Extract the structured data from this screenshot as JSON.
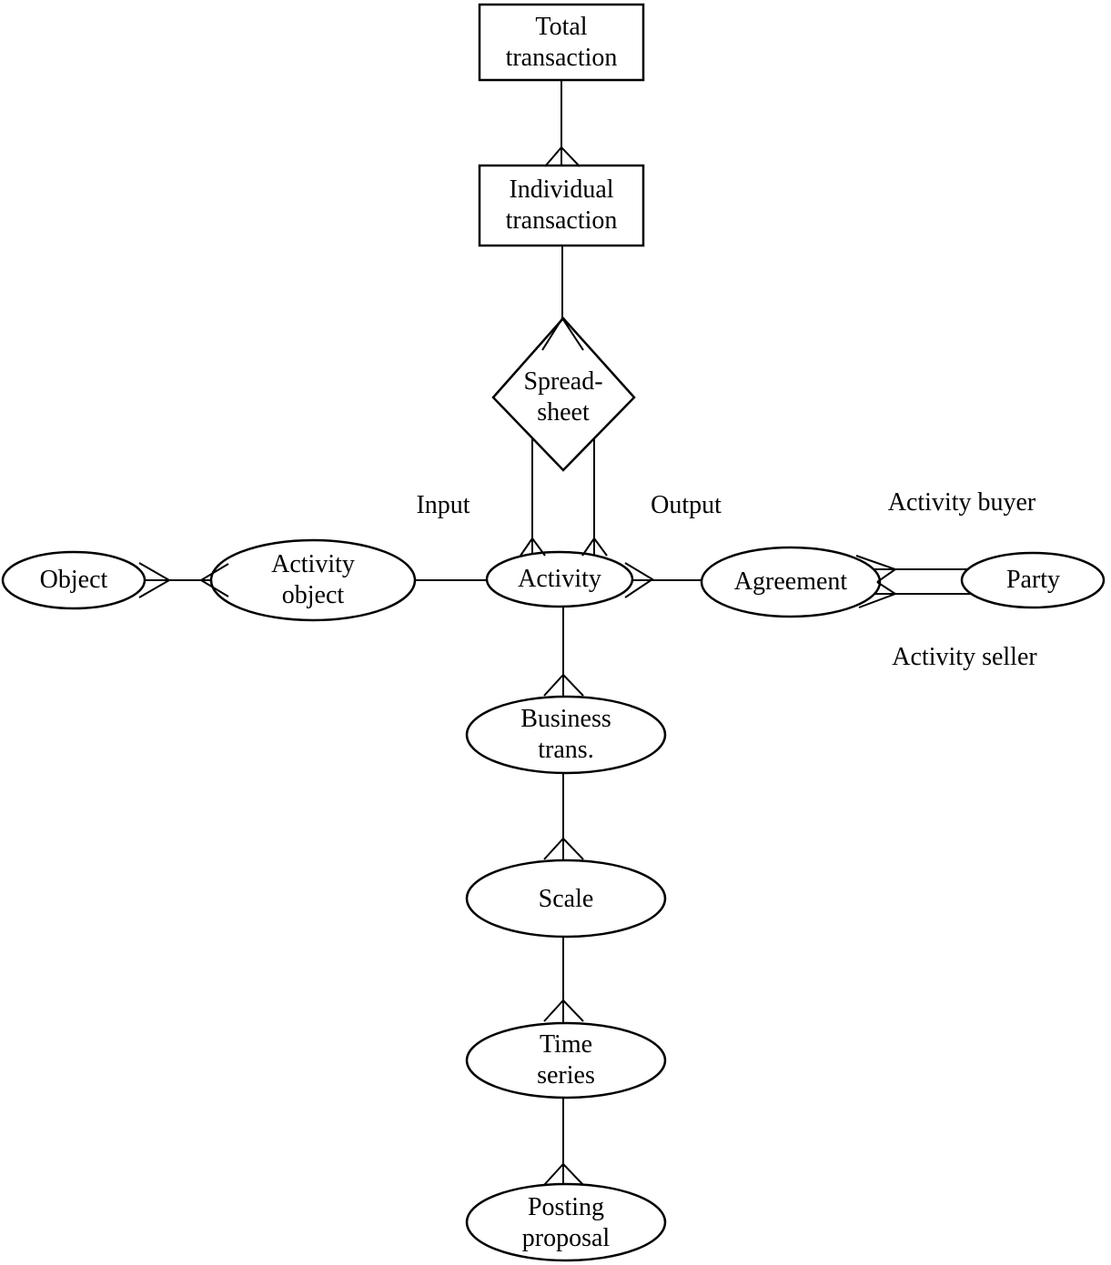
{
  "diagram": {
    "type": "entity-relationship",
    "colors": {
      "stroke": "#000000",
      "fill": "#ffffff"
    },
    "nodes": {
      "total_transaction": {
        "label": "Total\ntransaction",
        "shape": "rectangle"
      },
      "individual_transaction": {
        "label": "Individual\ntransaction",
        "shape": "rectangle"
      },
      "spreadsheet": {
        "label": "Spread-\nsheet",
        "shape": "diamond"
      },
      "object": {
        "label": "Object",
        "shape": "ellipse"
      },
      "activity_object": {
        "label": "Activity\nobject",
        "shape": "ellipse"
      },
      "activity": {
        "label": "Activity",
        "shape": "ellipse"
      },
      "agreement": {
        "label": "Agreement",
        "shape": "ellipse"
      },
      "party": {
        "label": "Party",
        "shape": "ellipse"
      },
      "business_transaction": {
        "label": "Business\ntrans.",
        "shape": "ellipse"
      },
      "scale": {
        "label": "Scale",
        "shape": "ellipse"
      },
      "time_series": {
        "label": "Time\nseries",
        "shape": "ellipse"
      },
      "posting_proposal": {
        "label": "Posting\nproposal",
        "shape": "ellipse"
      }
    },
    "edge_labels": {
      "input": "Input",
      "output": "Output",
      "activity_buyer": "Activity buyer",
      "activity_seller": "Activity seller"
    },
    "edges": [
      {
        "from": "total_transaction",
        "to": "individual_transaction",
        "crow_foot_at": "individual_transaction"
      },
      {
        "from": "individual_transaction",
        "to": "spreadsheet",
        "crow_foot_at": "spreadsheet"
      },
      {
        "from": "spreadsheet",
        "to": "activity",
        "label": "Input",
        "crow_foot_at": "activity"
      },
      {
        "from": "spreadsheet",
        "to": "activity",
        "label": "Output",
        "crow_foot_at": "activity"
      },
      {
        "from": "object",
        "to": "activity_object",
        "crow_foot_at": "both"
      },
      {
        "from": "activity_object",
        "to": "activity",
        "crow_foot_at": "none"
      },
      {
        "from": "activity",
        "to": "agreement",
        "crow_foot_at": "activity"
      },
      {
        "from": "agreement",
        "to": "party",
        "label": "Activity buyer",
        "crow_foot_at": "agreement"
      },
      {
        "from": "agreement",
        "to": "party",
        "label": "Activity seller",
        "crow_foot_at": "agreement"
      },
      {
        "from": "activity",
        "to": "business_transaction",
        "crow_foot_at": "business_transaction"
      },
      {
        "from": "business_transaction",
        "to": "scale",
        "crow_foot_at": "scale"
      },
      {
        "from": "scale",
        "to": "time_series",
        "crow_foot_at": "time_series"
      },
      {
        "from": "time_series",
        "to": "posting_proposal",
        "crow_foot_at": "posting_proposal"
      }
    ]
  }
}
